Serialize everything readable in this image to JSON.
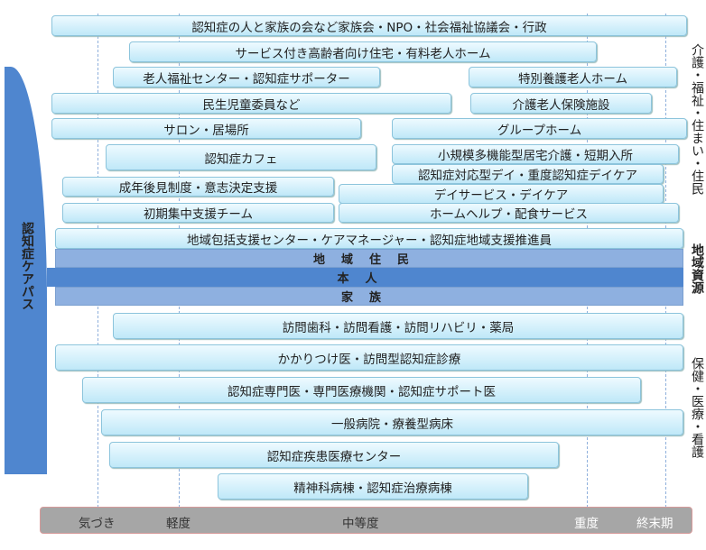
{
  "boxes": [
    "認知症の人と家族の会など家族会・NPO・社会福祉協議会・行政",
    "サービス付き高齢者向け住宅・有料老人ホーム",
    "老人福祉センター・認知症サポーター",
    "特別養護老人ホーム",
    "民生児童委員など",
    "介護老人保険施設",
    "サロン・居場所",
    "グループホーム",
    "認知症カフェ",
    "小規模多機能型居宅介護・短期入所",
    "認知症対応型デイ・重度認知症デイケア",
    "成年後見制度・意志決定支援",
    "デイサービス・デイケア",
    "初期集中支援チーム",
    "ホームヘルプ・配食サービス",
    "地域包括支援センター・ケアマネージャー・認知症地域支援推進員",
    "訪問歯科・訪問看護・訪問リハビリ・薬局",
    "かかりつけ医・訪問型認知症診療",
    "認知症専門医・専門医療機関・認知症サポート医",
    "一般病院・療養型病床",
    "認知症疾患医療センター",
    "精神科病棟・認知症治療病棟"
  ],
  "bands": {
    "residents": "地域住民",
    "person": "本人",
    "family": "家族"
  },
  "left_title": "認知症ケアパス",
  "right_labels": {
    "care": "介護・福祉・住まい・住民",
    "resources": "地域資源",
    "medical": "保健・医療・看護"
  },
  "stages": [
    "気づき",
    "軽度",
    "中等度",
    "重度",
    "終末期"
  ]
}
